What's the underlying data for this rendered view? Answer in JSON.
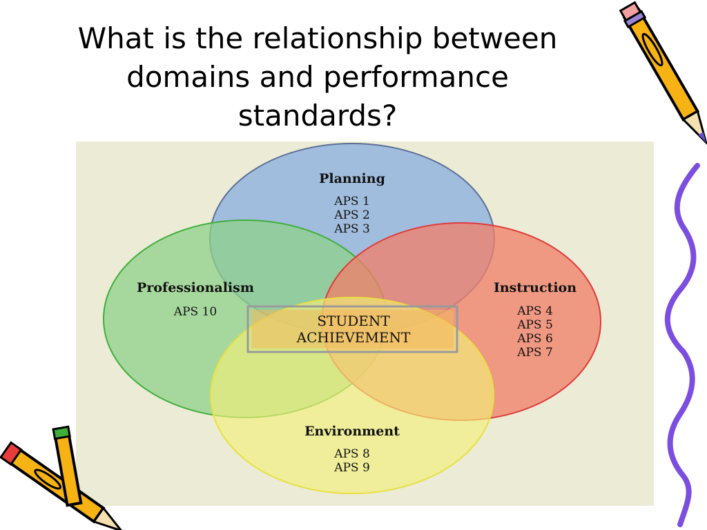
{
  "slide": {
    "title_lines": [
      "What is the relationship between",
      "domains and performance",
      "standards?"
    ]
  },
  "diagram": {
    "center_label_lines": [
      "STUDENT",
      "ACHIEVEMENT"
    ],
    "domains": [
      {
        "key": "planning",
        "label": "Planning",
        "standards": [
          "APS 1",
          "APS 2",
          "APS 3"
        ],
        "fill": "#8fb1de",
        "stroke": "#5a6f95"
      },
      {
        "key": "instruction",
        "label": "Instruction",
        "standards": [
          "APS 4",
          "APS 5",
          "APS 6",
          "APS 7"
        ],
        "fill": "#f0806a",
        "stroke": "#e03a3a"
      },
      {
        "key": "environment",
        "label": "Environment",
        "standards": [
          "APS 8",
          "APS 9"
        ],
        "fill": "#f3f07a",
        "stroke": "#e8e040"
      },
      {
        "key": "professionalism",
        "label": "Professionalism",
        "standards": [
          "APS 10"
        ],
        "fill": "#8fd28a",
        "stroke": "#3fae3a"
      }
    ],
    "colors": {
      "panel_bg": "#ebebd6",
      "center_box_fill": "#f2b85c",
      "center_box_border": "#9a9a9a"
    }
  },
  "decorations": {
    "pencil_top_right": "pencil-icon",
    "pencil_bottom_left": "pencil-icon",
    "squiggle_right": "purple-squiggle"
  }
}
